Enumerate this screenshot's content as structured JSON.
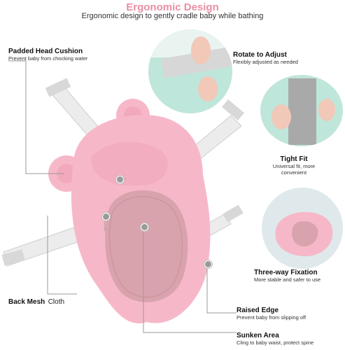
{
  "header": {
    "title": "Ergonomic Design",
    "subtitle": "Ergonomic design to gently cradle baby while bathing"
  },
  "callouts": {
    "padded_head": {
      "title": "Padded Head Cushion",
      "desc": "Prevent baby from chocking water"
    },
    "rotate": {
      "title": "Rotate to Adjust",
      "desc": "Flexibly adjusted as needed"
    },
    "tight_fit": {
      "title": "Tight Fit",
      "desc_line1": "Universal fit, more",
      "desc_line2": "convenient"
    },
    "three_way": {
      "title": "Three-way Fixation",
      "desc": "More stable and safer to use"
    },
    "back_mesh": {
      "title": "Back Mesh",
      "title_suffix": "Cloth"
    },
    "raised_edge": {
      "title": "Raised Edge",
      "desc": "Prevent baby from slipping off"
    },
    "sunken_area": {
      "title": "Sunken Area",
      "desc": "Cling to baby waist, protect spine"
    }
  },
  "colors": {
    "title_pink": "#e98fa6",
    "cushion_pink": "#f6b8c8",
    "mesh": "#d9a3ad",
    "strap": "#e6e6e6"
  }
}
